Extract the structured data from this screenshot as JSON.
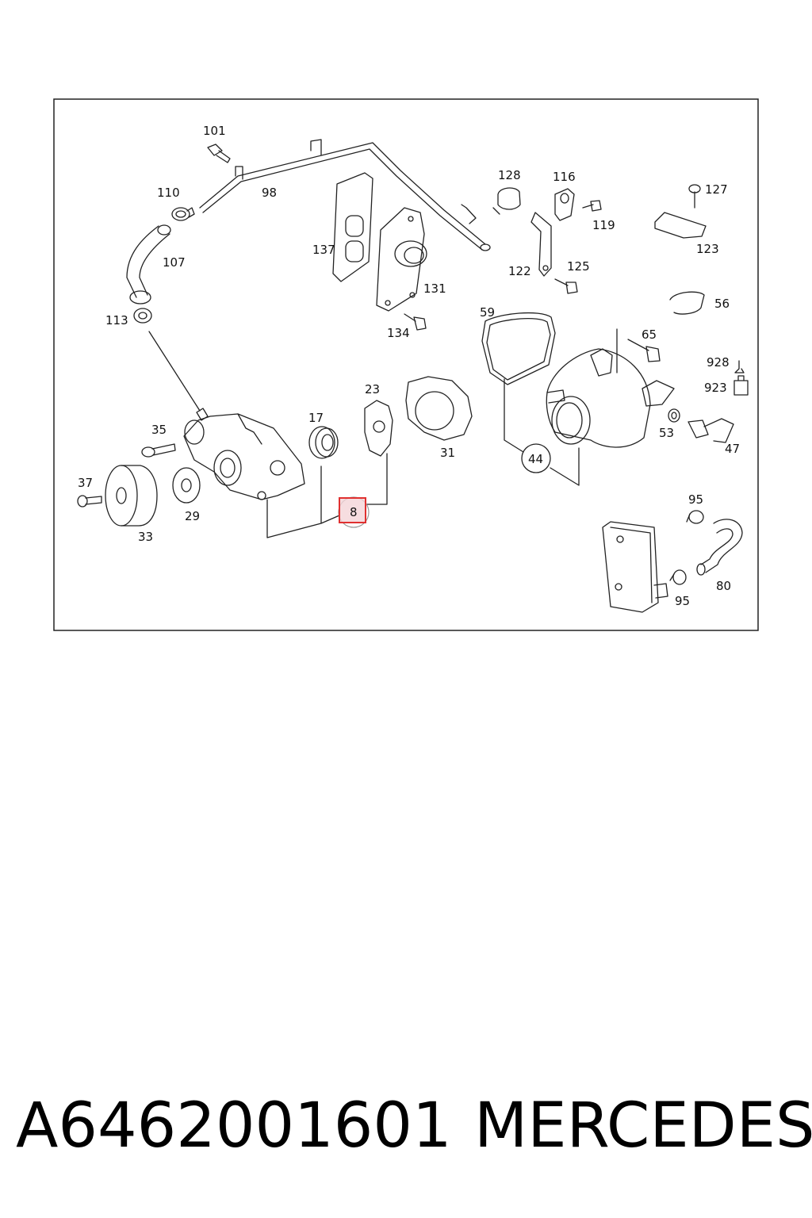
{
  "diagram": {
    "callouts": {
      "c101": "101",
      "c110": "110",
      "c98": "98",
      "c107": "107",
      "c113": "113",
      "c137": "137",
      "c131": "131",
      "c134": "134",
      "c128": "128",
      "c116": "116",
      "c119": "119",
      "c127": "127",
      "c123": "123",
      "c122": "122",
      "c125": "125",
      "c56": "56",
      "c59": "59",
      "c65": "65",
      "c928": "928",
      "c923": "923",
      "c53": "53",
      "c47": "47",
      "c44": "44",
      "c23": "23",
      "c17": "17",
      "c31": "31",
      "c35": "35",
      "c37": "37",
      "c29": "29",
      "c33": "33",
      "c8": "8",
      "c95a": "95",
      "c95b": "95",
      "c80": "80"
    },
    "highlight_color": "#e03030"
  },
  "footer": {
    "part_number": "A6462001601",
    "brand": "MERCEDES"
  }
}
